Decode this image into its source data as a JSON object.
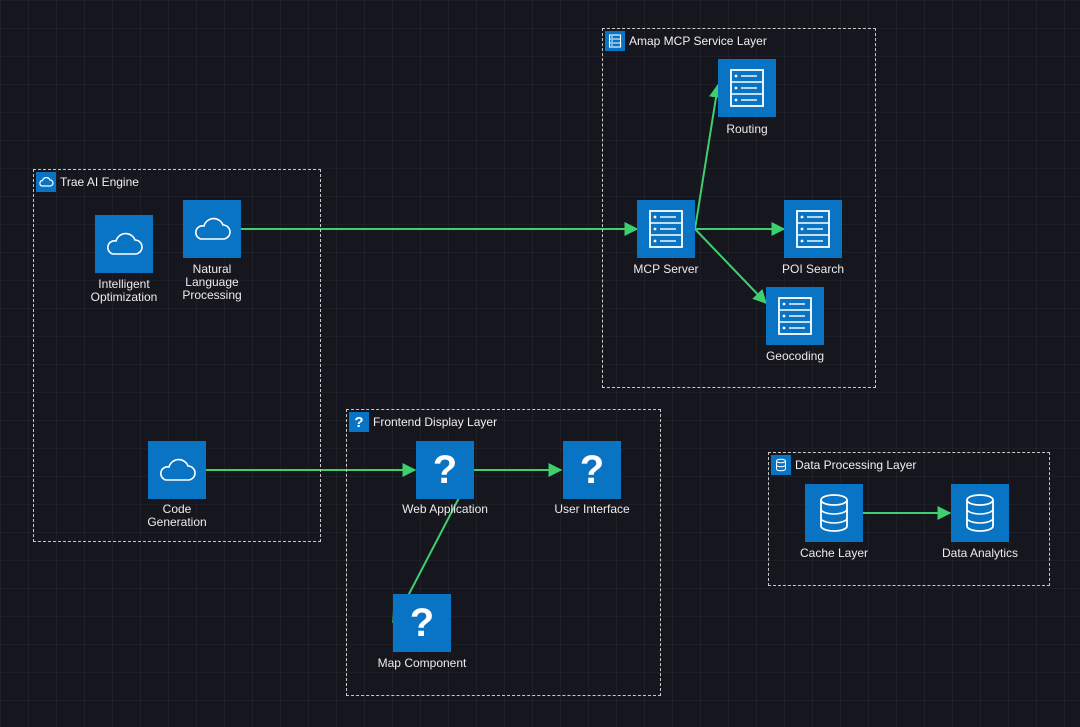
{
  "groups": {
    "trae": {
      "title": "Trae AI Engine",
      "icon": "cloud-icon"
    },
    "amap": {
      "title": "Amap MCP Service Layer",
      "icon": "server-icon"
    },
    "frontend": {
      "title": "Frontend Display Layer",
      "icon": "question-icon"
    },
    "data": {
      "title": "Data Processing Layer",
      "icon": "database-icon"
    }
  },
  "nodes": {
    "intelligent_optimization": {
      "label": "Intelligent\nOptimization",
      "icon": "cloud-icon"
    },
    "nlp": {
      "label": "Natural\nLanguage\nProcessing",
      "icon": "cloud-icon"
    },
    "code_generation": {
      "label": "Code\nGeneration",
      "icon": "cloud-icon"
    },
    "mcp_server": {
      "label": "MCP Server",
      "icon": "server-icon"
    },
    "routing": {
      "label": "Routing",
      "icon": "server-icon"
    },
    "poi_search": {
      "label": "POI Search",
      "icon": "server-icon"
    },
    "geocoding": {
      "label": "Geocoding",
      "icon": "server-icon"
    },
    "web_application": {
      "label": "Web Application",
      "icon": "question-icon",
      "glyph": "?"
    },
    "user_interface": {
      "label": "User Interface",
      "icon": "question-icon",
      "glyph": "?"
    },
    "map_component": {
      "label": "Map Component",
      "icon": "question-icon",
      "glyph": "?"
    },
    "cache_layer": {
      "label": "Cache Layer",
      "icon": "database-icon"
    },
    "data_analytics": {
      "label": "Data Analytics",
      "icon": "database-icon"
    }
  },
  "edges": [
    {
      "from": "nlp",
      "to": "mcp_server"
    },
    {
      "from": "mcp_server",
      "to": "routing"
    },
    {
      "from": "mcp_server",
      "to": "poi_search"
    },
    {
      "from": "mcp_server",
      "to": "geocoding"
    },
    {
      "from": "code_generation",
      "to": "web_application"
    },
    {
      "from": "web_application",
      "to": "user_interface"
    },
    {
      "from": "web_application",
      "to": "map_component"
    },
    {
      "from": "cache_layer",
      "to": "data_analytics"
    }
  ],
  "colors": {
    "node_fill": "#0a74c4",
    "edge": "#3ecf6e",
    "group_border": "#c8c8c8",
    "background": "#16161e"
  },
  "group_glyphs": {
    "frontend": "?"
  }
}
